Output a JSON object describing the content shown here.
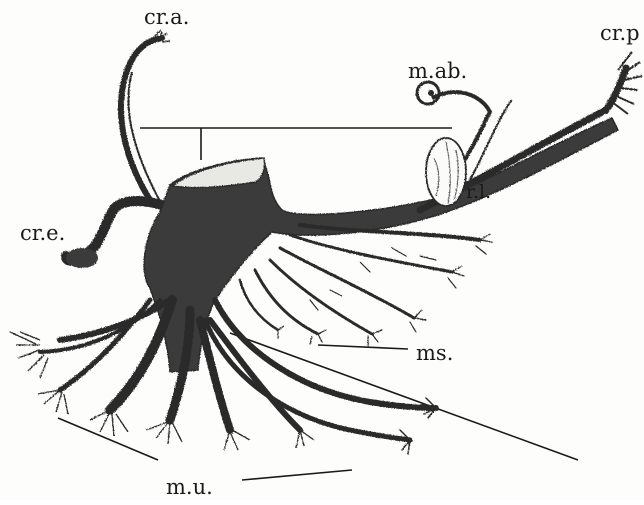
{
  "labels": {
    "cra": "cr.a.",
    "crp": "cr.p",
    "mab": "m.ab.",
    "rl": "r.l.",
    "cre": "cr.e.",
    "ms": "ms.",
    "mu": "m.u."
  },
  "colors": {
    "ink": "#2b2b2b",
    "fill": "#3a3a3a",
    "paper": "#fdfdfc"
  }
}
